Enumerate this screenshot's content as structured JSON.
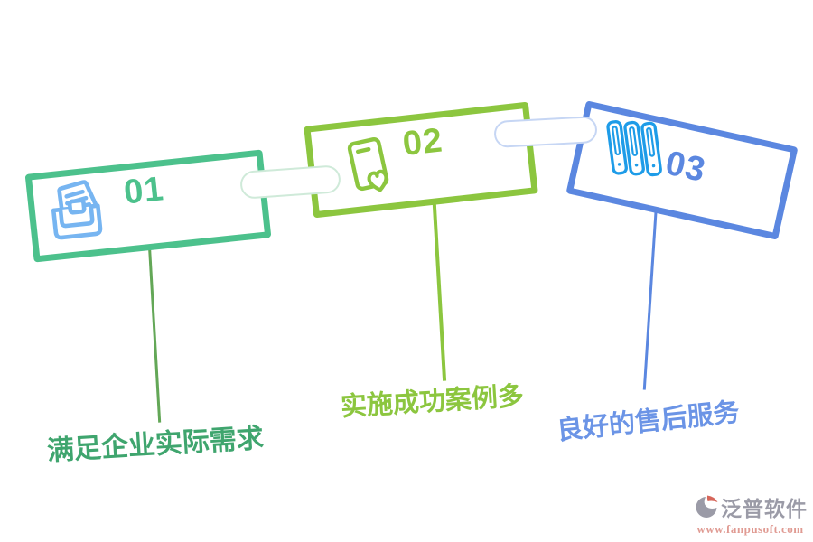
{
  "colors": {
    "box1-green": "#4CC18C",
    "box2-green": "#8CC63F",
    "box3-blue": "#5B87E0",
    "icon1-blue": "#77B5F1",
    "icon3-blue": "#1E9CE8",
    "stem1-green": "#63A757",
    "caption1-green": "#3FA56E",
    "caption3-blue": "#6B94E6",
    "pill1-border": "#CFEAD9",
    "pill2-border": "#C6D6F4",
    "watermark-gray": "#9B9BA7",
    "watermark-accent": "#D6665A",
    "watermark-url": "#E09B93"
  },
  "steps": [
    {
      "number": "01",
      "caption": "满足企业实际需求",
      "icon": "inbox-archive-icon"
    },
    {
      "number": "02",
      "caption": "实施成功案例多",
      "icon": "phone-heart-icon"
    },
    {
      "number": "03",
      "caption": "良好的售后服务",
      "icon": "books-icon"
    }
  ],
  "watermark": {
    "brand": "泛普软件",
    "url": "www.fanpusoft.com"
  }
}
